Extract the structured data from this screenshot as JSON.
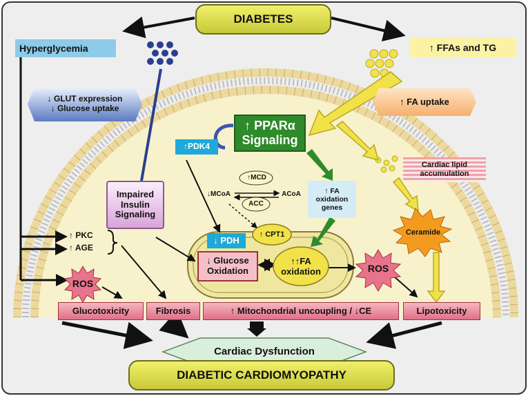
{
  "title": "DIABETES",
  "footer": "DIABETIC CARDIOMYOPATHY",
  "nodes": {
    "hyperglycemia": "Hyperglycemia",
    "ffas_tg": "↑ FFAs and TG",
    "glut_line1": "↓ GLUT expression",
    "glut_line2": "↓ Glucose uptake",
    "fa_uptake": "↑ FA uptake",
    "ppar_line1": "↑ PPARα",
    "ppar_line2": "Signaling",
    "pdk4": "↑PDK4",
    "mcd": "↑MCD",
    "mcoa": "↓MCoA",
    "acoa": "ACoA",
    "acc": "ACC",
    "fa_genes_line1": "↑ FA",
    "fa_genes_line2": "oxidation",
    "fa_genes_line3": "genes",
    "cardiac_lipid_line1": "Cardiac lipid",
    "cardiac_lipid_line2": "accumulation",
    "impaired_line1": "Impaired",
    "impaired_line2": "Insulin",
    "impaired_line3": "Signaling",
    "pkc": "↑ PKC",
    "age": "↑ AGE",
    "pdh": "↓ PDH",
    "cpt1": "↑ CPT1",
    "glucose_ox_line1": "↓ Glucose",
    "glucose_ox_line2": "Oxidation",
    "fa_ox_line1": "↑↑FA",
    "fa_ox_line2": "oxidation",
    "ceramide": "Ceramide",
    "ros_left": "ROS",
    "ros_right": "ROS",
    "glucotoxicity": "Glucotoxicity",
    "fibrosis": "Fibrosis",
    "mito": "↑ Mitochondrial uncoupling / ↓CE",
    "lipotoxicity": "Lipotoxicity",
    "cardiac_dysfunction": "Cardiac Dysfunction"
  },
  "colors": {
    "membrane_head": "#ecd9a0",
    "membrane_tail": "#cfcfcf",
    "cell_fill": "#f7f2cc",
    "glucose_dots": "#2a3f8f",
    "lipid_dots": "#f2e24a",
    "arrow_yellow": "#f2e24a",
    "arrow_green": "#2e8a2a",
    "ros_fill": "#e8738c",
    "ceramide_fill": "#f39b1f"
  }
}
